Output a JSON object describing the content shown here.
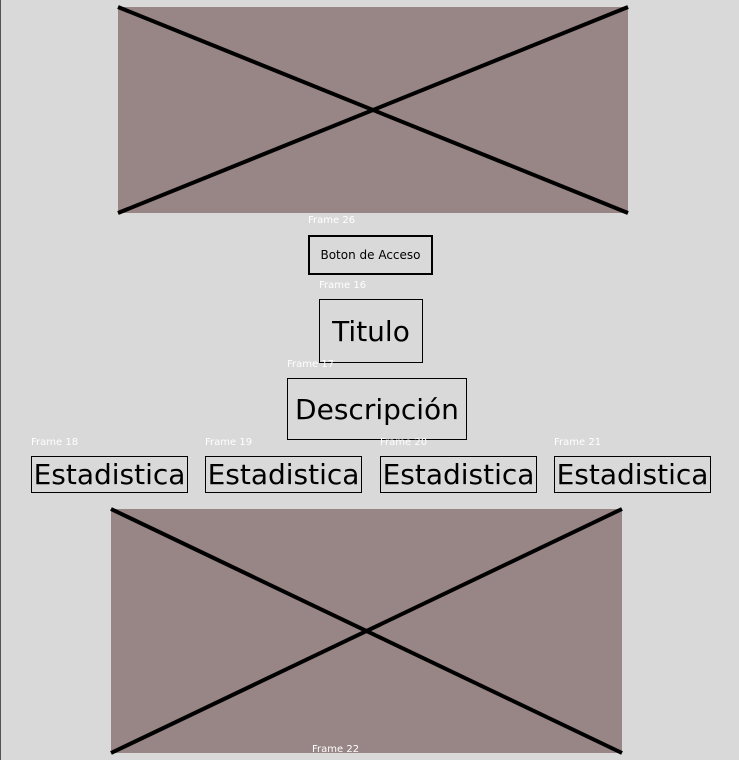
{
  "canvas": {
    "background": "#d9d9d9",
    "placeholder_color": "#988585",
    "label_color": "#ffffff"
  },
  "frames": {
    "access_label": "Frame 26",
    "title_label": "Frame 16",
    "description_label": "Frame 17",
    "stat_labels": [
      "Frame 18",
      "Frame 19",
      "Frame 20",
      "Frame 21"
    ],
    "bottom_image_label": "Frame 22"
  },
  "access_button": {
    "label": "Boton de Acceso"
  },
  "title": {
    "text": "Titulo"
  },
  "description": {
    "text": "Descripción"
  },
  "stats": [
    {
      "label": "Estadistica"
    },
    {
      "label": "Estadistica"
    },
    {
      "label": "Estadistica"
    },
    {
      "label": "Estadistica"
    }
  ],
  "images": {
    "top_icon": "image-placeholder-icon",
    "bottom_icon": "image-placeholder-icon"
  }
}
